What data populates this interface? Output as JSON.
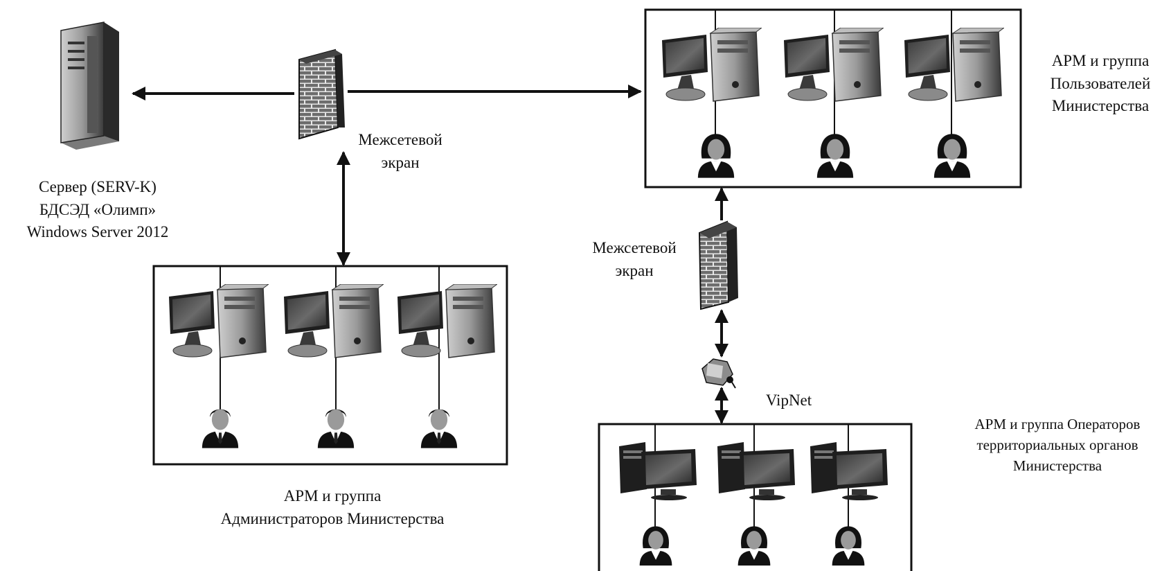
{
  "labels": {
    "server": [
      "Сервер (SERV-K)",
      "БДСЭД «Олимп»",
      "Windows Server 2012"
    ],
    "firewall_top": [
      "Межсетевой",
      "экран"
    ],
    "firewall_mid": [
      "Межсетевой",
      "экран"
    ],
    "vipnet": "VipNet",
    "users_group": [
      "АРМ и группа",
      "Пользователей",
      "Министерства"
    ],
    "admins_group": [
      "АРМ и группа",
      "Администраторов Министерства"
    ],
    "operators_group": [
      "АРМ и группа Операторов",
      "территориальных органов",
      "Министерства"
    ]
  },
  "icons": {
    "server": "server-tower-icon",
    "firewall": "brick-firewall-icon",
    "vipnet": "vipnet-folder-key-icon",
    "workstation": "workstation-icon",
    "user_female": "female-user-icon",
    "user_male": "male-user-icon"
  },
  "groups": {
    "users": {
      "workstations": 3,
      "person": "female"
    },
    "admins": {
      "workstations": 3,
      "person": "male"
    },
    "operators": {
      "workstations": 3,
      "person": "female"
    }
  },
  "colors": {
    "line": "#111111",
    "brick": "#6d6d6d",
    "mortar": "#e8e8e8",
    "screen": "#5a5a5a"
  }
}
